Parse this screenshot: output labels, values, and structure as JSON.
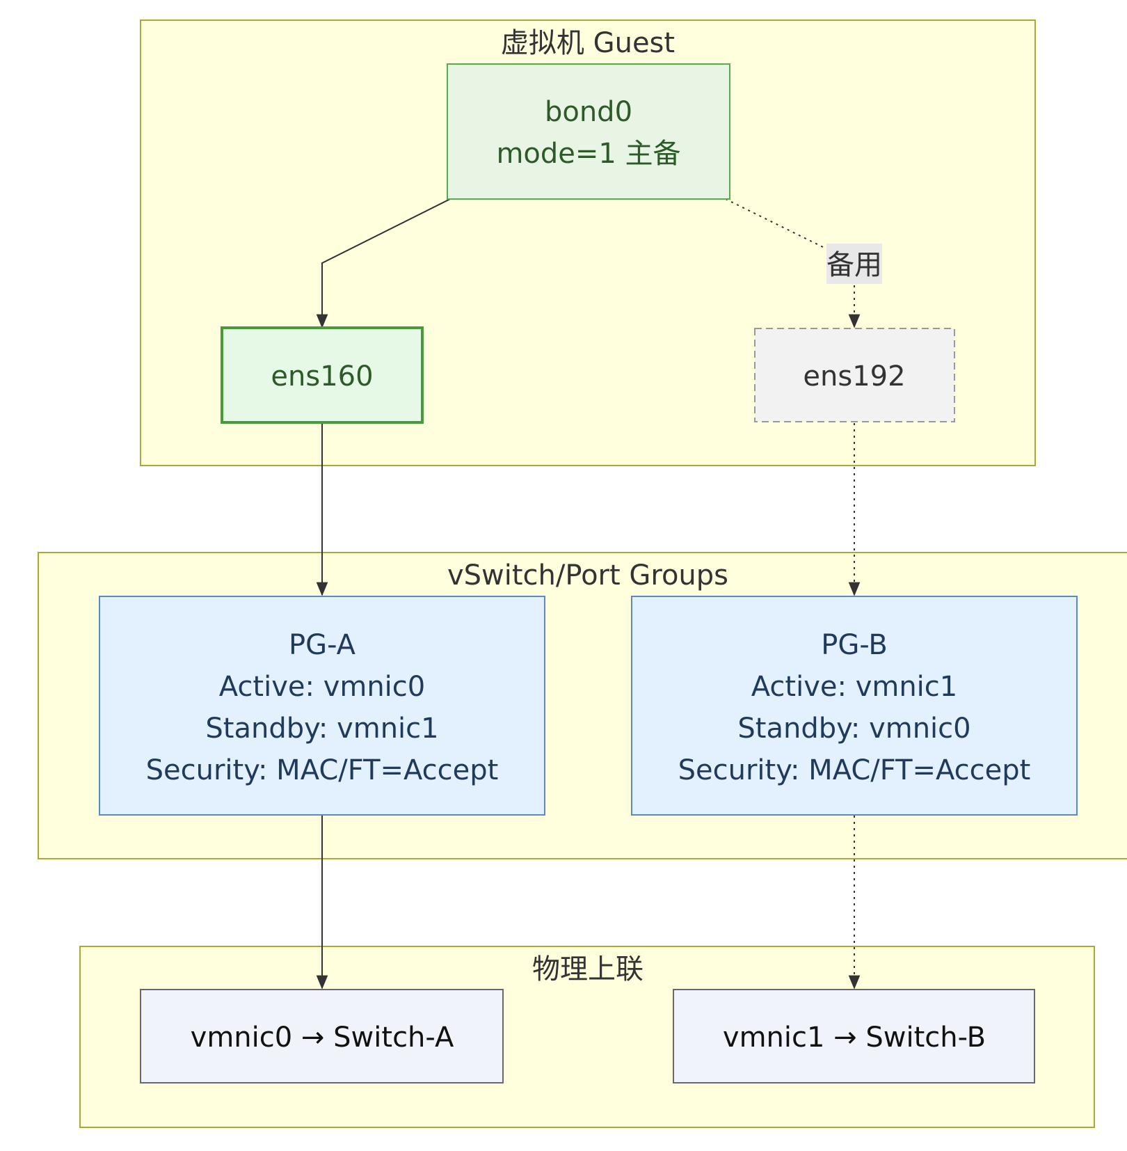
{
  "clusters": {
    "guest": {
      "title": "虚拟机 Guest"
    },
    "vswitch": {
      "title": "vSwitch/Port Groups"
    },
    "uplink": {
      "title": "物理上联"
    }
  },
  "nodes": {
    "bond0": {
      "lines": [
        "bond0",
        "mode=1 主备"
      ]
    },
    "ens160": {
      "lines": [
        "ens160"
      ]
    },
    "ens192": {
      "lines": [
        "ens192"
      ]
    },
    "pg_a": {
      "lines": [
        "PG-A",
        "Active: vmnic0",
        "Standby: vmnic1",
        "Security: MAC/FT=Accept"
      ]
    },
    "pg_b": {
      "lines": [
        "PG-B",
        "Active: vmnic1",
        "Standby: vmnic0",
        "Security: MAC/FT=Accept"
      ]
    },
    "vmnic0": {
      "lines": [
        "vmnic0 → Switch-A"
      ]
    },
    "vmnic1": {
      "lines": [
        "vmnic1 → Switch-B"
      ]
    }
  },
  "edge_labels": {
    "bond0_ens192": "备用"
  },
  "colors": {
    "cluster_fill": "#ffffde",
    "cluster_stroke": "#aaaa33",
    "guest_node_fill": "#e8f5e4",
    "guest_node_stroke": "#5aab4c",
    "active_nic_fill": "#e6f9e6",
    "active_nic_stroke": "#4a9a3c",
    "standby_nic_fill": "#f2f2f2",
    "standby_nic_stroke": "#999999",
    "pg_fill": "#e3f0fd",
    "pg_stroke": "#5a8ac6",
    "uplink_fill": "#f0f3f9",
    "uplink_stroke": "#666677",
    "edge": "#333333"
  }
}
